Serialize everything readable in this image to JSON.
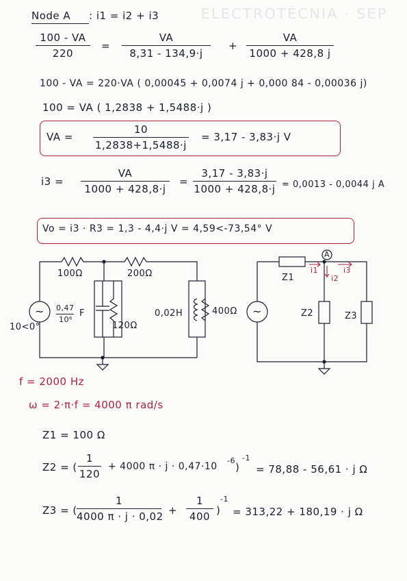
{
  "background_text": "ELECTROTÉCNIA · SEP",
  "node_eq": {
    "node_label": "Node A",
    "kcl": ": i1 = i2 + i3",
    "lhs_num": "100 - VA",
    "lhs_den": "220",
    "eq_sign": "=",
    "r1_num": "VA",
    "r1_den": "8,31 - 134,9·j",
    "plus": "+",
    "r2_num": "VA",
    "r2_den": "1000 + 428,8 j"
  },
  "line2": "100 - VA = 220·VA ( 0,00045 + 0,0074 j + 0,000 84 - 0,00036 j)",
  "line3": "100  =  VA ( 1,2838 + 1,5488·j )",
  "va_result": {
    "lhs": "VA  =",
    "num": "10",
    "den": "1,2838+1,5488·j",
    "rhs": "=  3,17  - 3,83·j   V"
  },
  "i3_eq": {
    "lhs": "i3  =",
    "f1_num": "VA",
    "f1_den": "1000 + 428,8·j",
    "eq": "=",
    "f2_num": "3,17 - 3,83·j",
    "f2_den": "1000 + 428,8·j",
    "rhs": "= 0,0013 - 0,0044 j A"
  },
  "vo_result": "Vo  =  i3 · R3  =  1,3  - 4,4·j  V  =  4,59<-73,54°  V",
  "circuit_left": {
    "r1": "100Ω",
    "r2": "200Ω",
    "cap": "0,47",
    "cap_den": "10⁶",
    "cap_unit": "F",
    "r120": "120Ω",
    "ind": "0,02H",
    "r400": "400Ω",
    "source": "10<0°",
    "source_symbol": "~"
  },
  "circuit_right": {
    "node": "A",
    "z1": "Z1",
    "z2": "Z2",
    "z3": "Z3",
    "i1": "i1",
    "i2": "i2",
    "i3": "i3",
    "source_symbol": "~"
  },
  "f_line": "f = 2000 Hz",
  "w_line": "ω = 2·π·f = 4000 π rad/s",
  "z1_line": "Z1  =  100 Ω",
  "z2": {
    "lhs": "Z2 = (",
    "f1_num": "1",
    "f1_den": "120",
    "mid": "+  4000 π · j · 0,47·10",
    "mid_exp": "-6",
    "close": ")",
    "exp": "-1",
    "rhs": "=  78,88 - 56,61 · j  Ω"
  },
  "z3": {
    "lhs": "Z3 = (",
    "f1_num": "1",
    "f1_den": "4000 π · j · 0,02",
    "plus": "+",
    "f2_num": "1",
    "f2_den": "400",
    "close": ")",
    "exp": "-1",
    "rhs": "=  313,22 + 180,19 · j  Ω"
  },
  "colors": {
    "ink": "#1a1d2e",
    "mark": "#b0203f"
  }
}
